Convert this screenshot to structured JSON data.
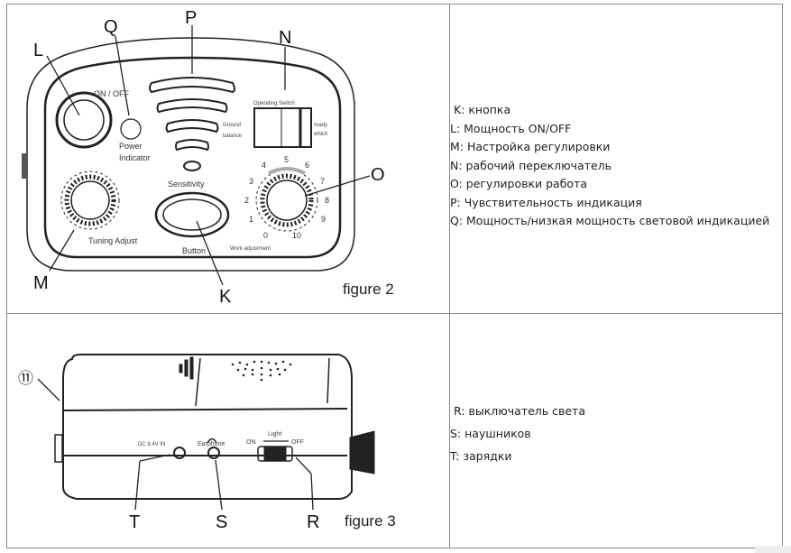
{
  "figure2": {
    "caption": "figure 2",
    "callouts": {
      "L": "L",
      "Q": "Q",
      "P": "P",
      "N": "N",
      "O": "O",
      "M": "M",
      "K": "K"
    },
    "panel_labels": {
      "on_off": "ON / OFF",
      "power": "Power",
      "indicator": "Indicator",
      "operating_switch": "Operating Switch",
      "ground": "Ground",
      "balance": "balance",
      "ready": "ready",
      "which": "which",
      "sensitivity": "Sensitivity",
      "tuning_adjust": "Tuning Adjust",
      "button": "Button",
      "work_adjustment": "Work adjustment",
      "scale": [
        "0",
        "1",
        "2",
        "3",
        "4",
        "5",
        "6",
        "7",
        "8",
        "9",
        "10"
      ]
    },
    "descriptions": [
      "K: кнопка",
      "L: Мощность ON/OFF",
      "M: Настройка регулировки",
      "N: рабочий переключатель",
      "O: регулировки работа",
      "P: Чувствительность индикация",
      "Q: Мощность/низкая мощность световой индикацией"
    ]
  },
  "figure3": {
    "caption": "figure 3",
    "callouts": {
      "T": "T",
      "S": "S",
      "R": "R",
      "eleven": "⑪"
    },
    "panel_labels": {
      "dc_in": "DC 8.4V IN",
      "earphone": "Earphone",
      "light": "Light",
      "on": "ON",
      "off": "OFF"
    },
    "descriptions": [
      "R: выключатель света",
      "S: наушников",
      "T: зарядки"
    ]
  }
}
